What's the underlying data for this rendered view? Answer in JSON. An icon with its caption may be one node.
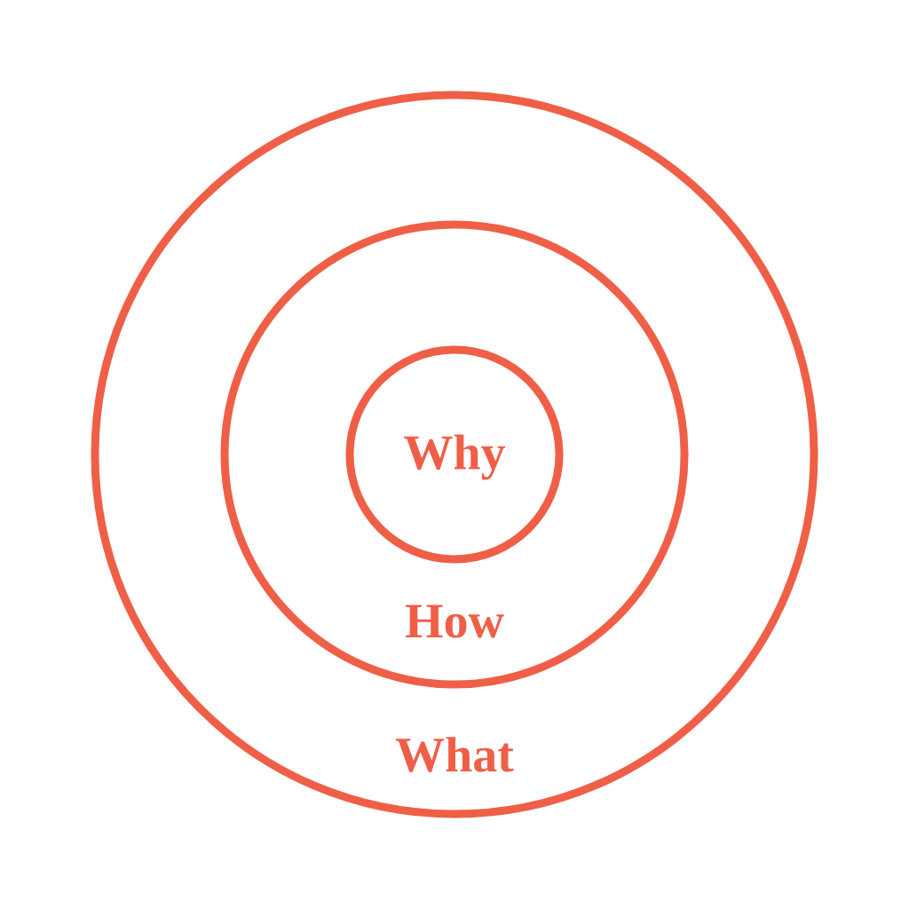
{
  "diagram": {
    "nodes": [
      {
        "text": [
          "What"
        ]
      },
      {
        "text": [
          "How"
        ],
        "in": 0
      },
      {
        "text": [
          "Why"
        ],
        "in": 1
      }
    ]
  }
}
